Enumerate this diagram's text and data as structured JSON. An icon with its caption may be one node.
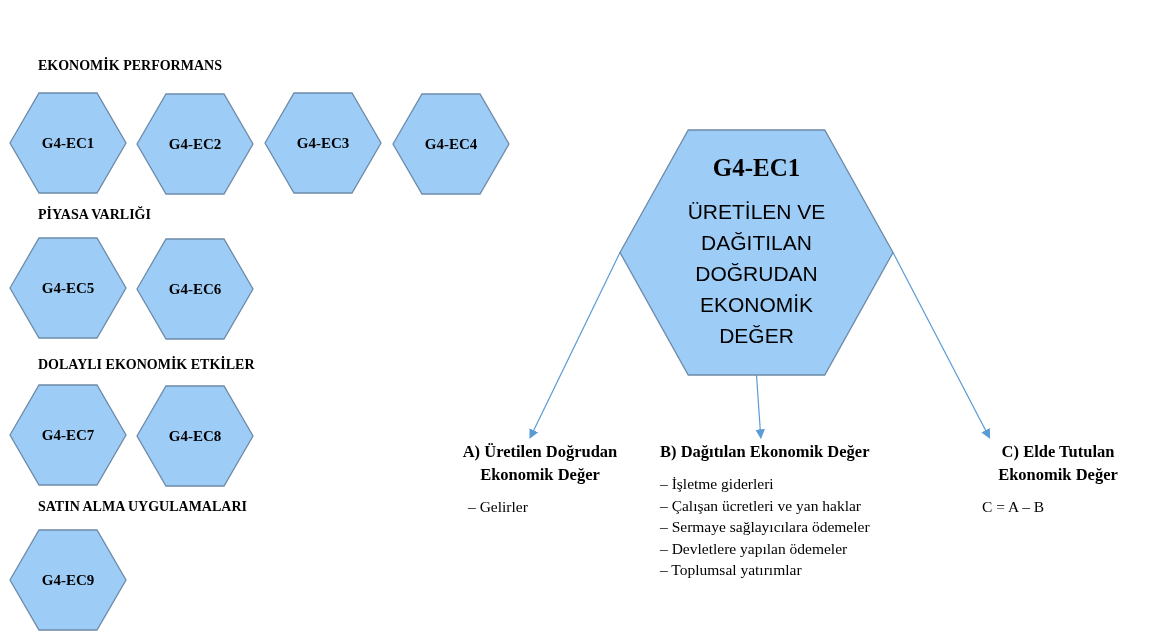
{
  "diagram": {
    "nodes": [
      {
        "text": [
          "G4-EC1"
        ]
      },
      {
        "text": [
          "G4-EC2"
        ]
      },
      {
        "text": [
          "G4-EC3"
        ]
      },
      {
        "text": [
          "G4-EC4"
        ]
      },
      {
        "text": [
          "G4-EC5"
        ]
      },
      {
        "text": [
          "G4-EC6"
        ]
      },
      {
        "text": [
          "G4-EC7"
        ]
      },
      {
        "text": [
          "G4-EC8"
        ]
      },
      {
        "text": [
          "G4-EC9"
        ]
      },
      {
        "text": [
          "G4-EC1",
          "ÜRETİLEN VE DAĞITILAN DOĞRUDAN EKONOMİK DEĞER"
        ]
      },
      {
        "text": [
          "A) Üretilen Doğrudan Ekonomik Değer",
          "– Gelirler"
        ]
      },
      {
        "text": [
          "B) Dağıtılan Ekonomik Değer",
          "– İşletme giderleri",
          "– Çalışan ücretleri ve yan haklar",
          "– Sermaye sağlayıcılara ödemeler",
          "– Devletlere yapılan ödemeler",
          "– Toplumsal yatırımlar"
        ]
      },
      {
        "text": [
          "C) Elde Tutulan Ekonomik Değer",
          "C = A – B"
        ]
      }
    ],
    "edges": [
      {
        "from": 9,
        "to": 10,
        "arrow": "to"
      },
      {
        "from": 9,
        "to": 11,
        "arrow": "to"
      },
      {
        "from": 9,
        "to": 12,
        "arrow": "to"
      }
    ],
    "labels": [
      "EKONOMİK PERFORMANS",
      "PİYASA VARLIĞI",
      "DOLAYLI EKONOMİK ETKİLER",
      "SATIN ALMA UYGULAMALARI"
    ]
  }
}
